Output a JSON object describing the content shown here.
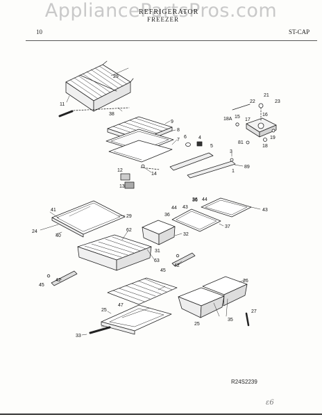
{
  "watermark": "AppliancePartsPros.com",
  "header": {
    "title": "REFRIGERATOR",
    "subtitle": "FREEZER",
    "page_number": "10",
    "section": "ST-CAP"
  },
  "drawing_code": "R24S2239",
  "signature": "ε6",
  "callouts": [
    {
      "id": "c-29a",
      "text": "29"
    },
    {
      "id": "c-11",
      "text": "11"
    },
    {
      "id": "c-38",
      "text": "38"
    },
    {
      "id": "c-9",
      "text": "9"
    },
    {
      "id": "c-8",
      "text": "8"
    },
    {
      "id": "c-7",
      "text": "7"
    },
    {
      "id": "c-6",
      "text": "6"
    },
    {
      "id": "c-4",
      "text": "4"
    },
    {
      "id": "c-5",
      "text": "5"
    },
    {
      "id": "c-12",
      "text": "12"
    },
    {
      "id": "c-13",
      "text": "13"
    },
    {
      "id": "c-14",
      "text": "14"
    },
    {
      "id": "c-3",
      "text": "3"
    },
    {
      "id": "c-1",
      "text": "1"
    },
    {
      "id": "c-89",
      "text": "89"
    },
    {
      "id": "c-22",
      "text": "22"
    },
    {
      "id": "c-21",
      "text": "21"
    },
    {
      "id": "c-23",
      "text": "23"
    },
    {
      "id": "c-18a",
      "text": "18A"
    },
    {
      "id": "c-15",
      "text": "15"
    },
    {
      "id": "c-17",
      "text": "17"
    },
    {
      "id": "c-16",
      "text": "16"
    },
    {
      "id": "c-81",
      "text": "81"
    },
    {
      "id": "c-18",
      "text": "18"
    },
    {
      "id": "c-19",
      "text": "19"
    },
    {
      "id": "c-41",
      "text": "41"
    },
    {
      "id": "c-29b",
      "text": "29"
    },
    {
      "id": "c-24",
      "text": "24"
    },
    {
      "id": "c-40",
      "text": "40"
    },
    {
      "id": "c-36a",
      "text": "36"
    },
    {
      "id": "c-44a",
      "text": "44"
    },
    {
      "id": "c-36b",
      "text": "36"
    },
    {
      "id": "c-43a",
      "text": "43"
    },
    {
      "id": "c-36c",
      "text": "36"
    },
    {
      "id": "c-44b",
      "text": "44"
    },
    {
      "id": "c-43b",
      "text": "43"
    },
    {
      "id": "c-37",
      "text": "37"
    },
    {
      "id": "c-32",
      "text": "32"
    },
    {
      "id": "c-31",
      "text": "31"
    },
    {
      "id": "c-62",
      "text": "62"
    },
    {
      "id": "c-63",
      "text": "63"
    },
    {
      "id": "c-42a",
      "text": "42"
    },
    {
      "id": "c-45a",
      "text": "45"
    },
    {
      "id": "c-45b",
      "text": "45"
    },
    {
      "id": "c-42b",
      "text": "42"
    },
    {
      "id": "c-47",
      "text": "47"
    },
    {
      "id": "c-26",
      "text": "26"
    },
    {
      "id": "c-25a",
      "text": "25"
    },
    {
      "id": "c-35",
      "text": "35"
    },
    {
      "id": "c-27",
      "text": "27"
    },
    {
      "id": "c-25b",
      "text": "25"
    },
    {
      "id": "c-33",
      "text": "33"
    }
  ]
}
